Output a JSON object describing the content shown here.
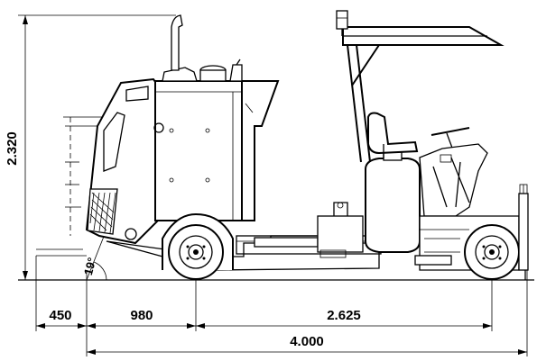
{
  "dimensions": {
    "height_label": "2.320",
    "angle_label": "19°",
    "front_overhang_label": "450",
    "front_to_axle_label": "980",
    "wheelbase_label": "2.625",
    "total_length_label": "4.000"
  },
  "colors": {
    "line": "#000000",
    "background": "#ffffff"
  },
  "icons": {
    "beacon": "warning-beacon-icon",
    "seat": "operator-seat-icon",
    "steering": "steering-wheel-icon"
  }
}
